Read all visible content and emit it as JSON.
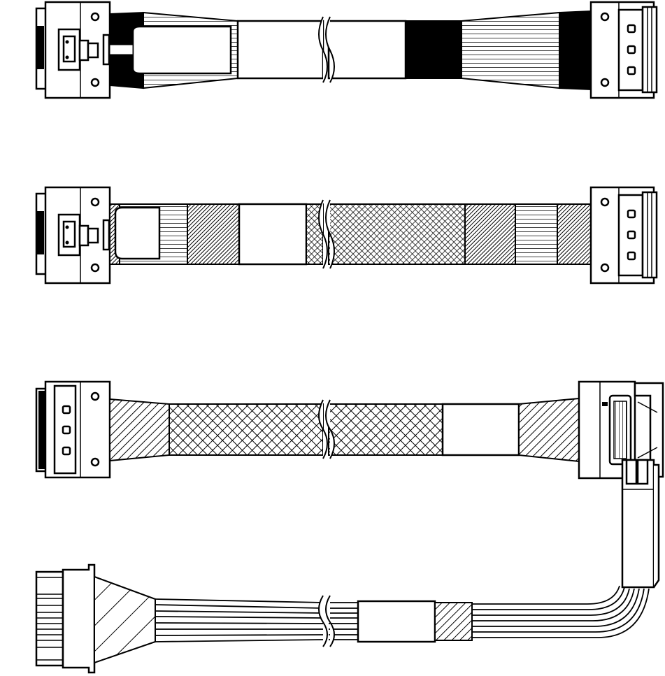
{
  "colors": {
    "ink": "#000000",
    "paper": "#ffffff"
  },
  "cables": [
    {
      "id": "cable-1"
    },
    {
      "id": "cable-2"
    },
    {
      "id": "cable-3"
    },
    {
      "id": "cable-4"
    }
  ]
}
